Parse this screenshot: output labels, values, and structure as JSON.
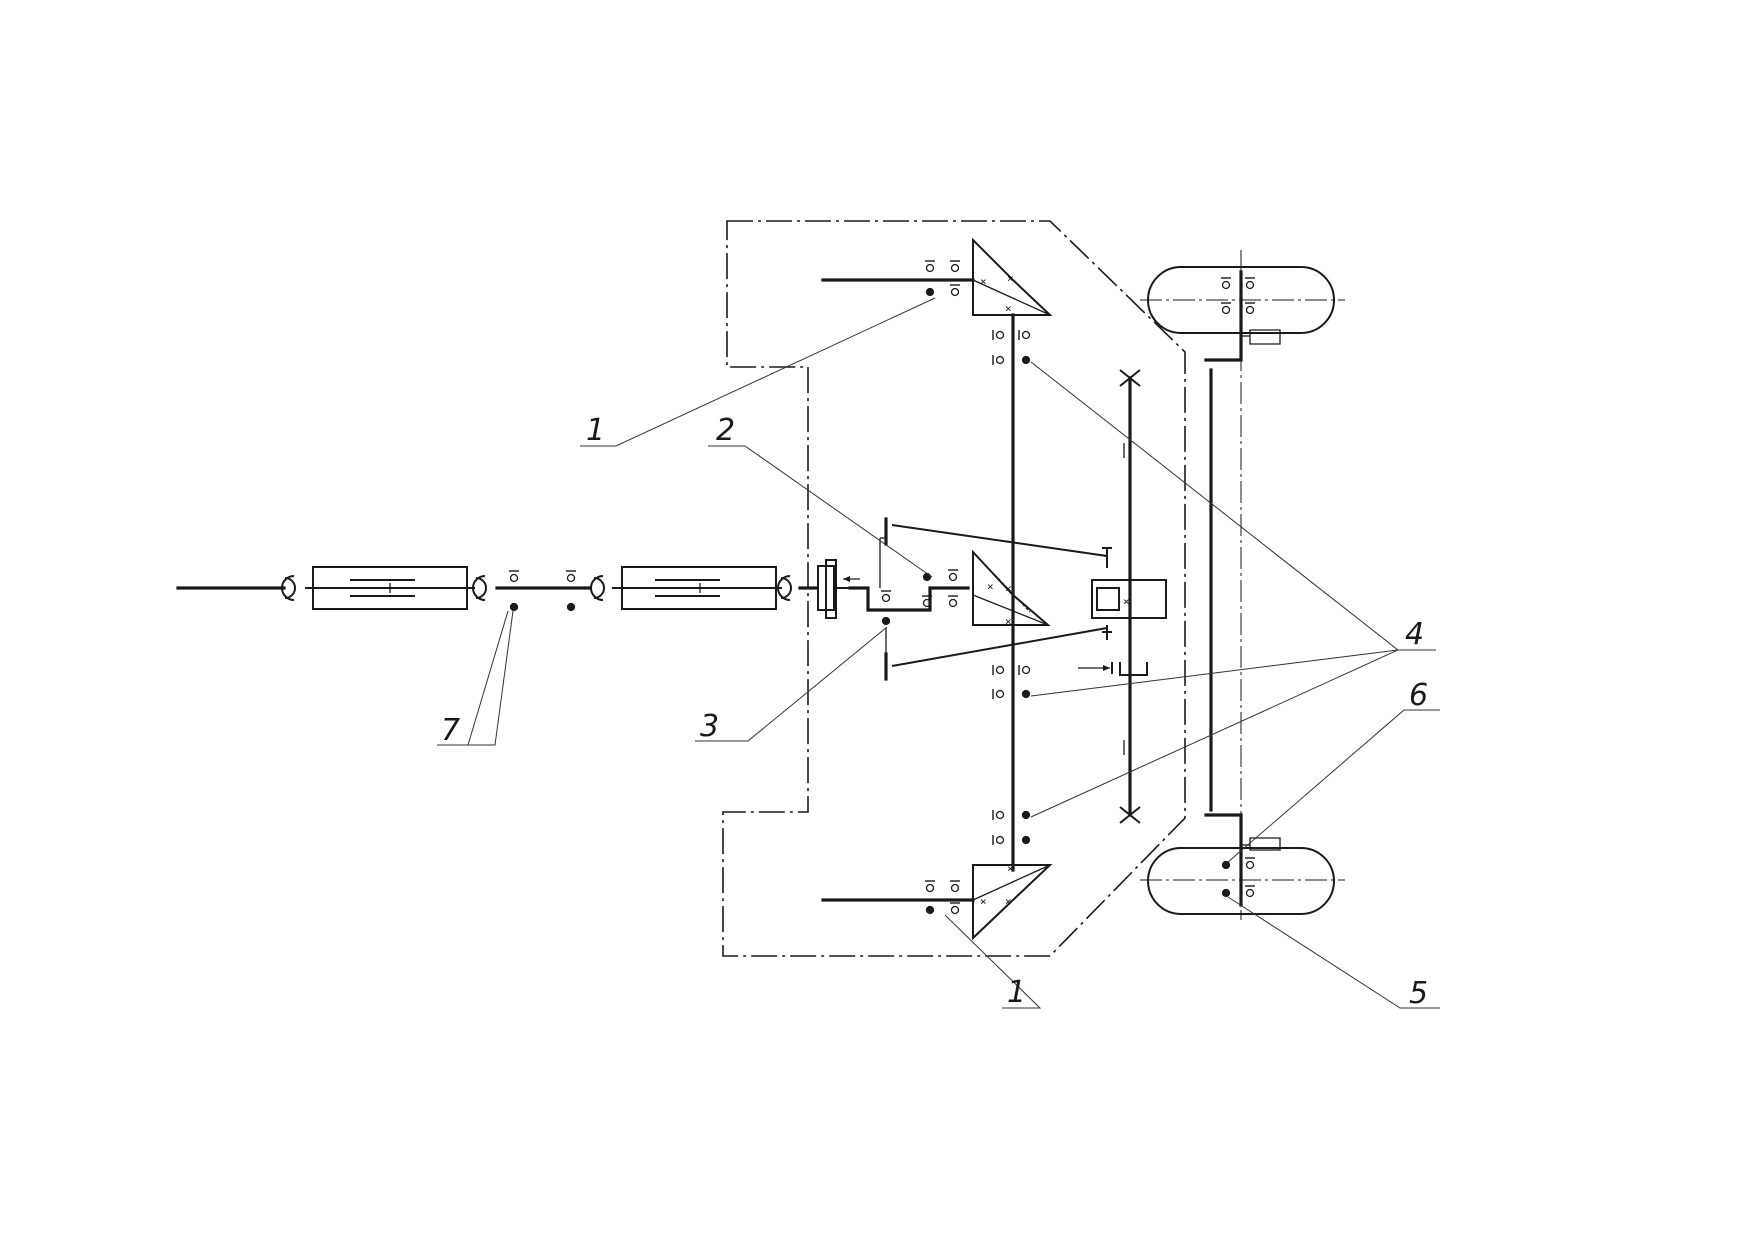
{
  "drawing": {
    "callouts": {
      "c1_top": "1",
      "c1_bottom": "1",
      "c2": "2",
      "c3": "3",
      "c4": "4",
      "c5": "5",
      "c6": "6",
      "c7": "7"
    }
  }
}
